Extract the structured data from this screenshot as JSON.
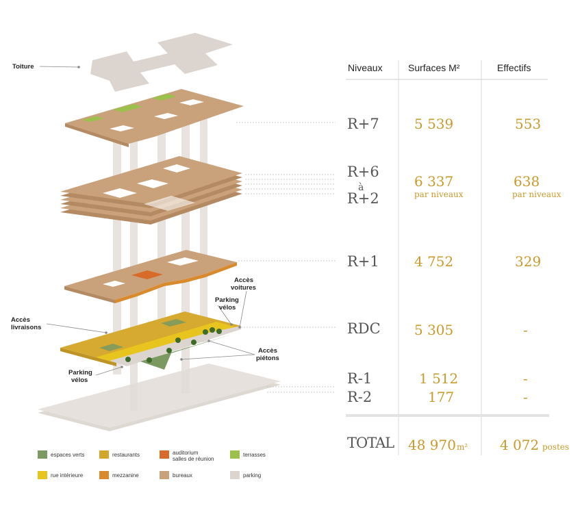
{
  "colors": {
    "bureaux": "#c9a27b",
    "bureaux_edge": "#b48a63",
    "parking": "#dcd5cf",
    "espaces_verts": "#7a9a62",
    "restaurants": "#d3a62e",
    "auditorium": "#d86a2a",
    "terrasses": "#9cc04c",
    "rue_interieure": "#e8c41e",
    "mezzanine": "#d98a2c",
    "gold": "#c89a2a"
  },
  "table": {
    "headers": {
      "niveaux": "Niveaux",
      "surfaces": "Surfaces M²",
      "effectifs": "Effectifs"
    },
    "rows": [
      {
        "niveau": "R+7",
        "surface": "5 539",
        "effectif": "553"
      },
      {
        "niveau_top": "R+6",
        "niveau_mid": "à",
        "niveau_bot": "R+2",
        "surface": "6 337",
        "surface_note": "par niveaux",
        "effectif": "638",
        "effectif_note": "par niveaux"
      },
      {
        "niveau": "R+1",
        "surface": "4 752",
        "effectif": "329"
      },
      {
        "niveau": "RDC",
        "surface": "5 305",
        "effectif": "-"
      },
      {
        "niveau": "R-1",
        "surface": "1 512",
        "effectif": "-"
      },
      {
        "niveau": "R-2",
        "surface": "177",
        "effectif": "-"
      }
    ],
    "total": {
      "label": "TOTAL",
      "surface": "48 970",
      "surface_unit": "m²",
      "effectif": "4 072",
      "effectif_unit": "postes"
    }
  },
  "callouts": {
    "toiture": "Toiture",
    "acces_livraisons_1": "Accès",
    "acces_livraisons_2": "livraisons",
    "acces_voitures_1": "Accès",
    "acces_voitures_2": "voitures",
    "parking_velos_top_1": "Parking",
    "parking_velos_top_2": "vélos",
    "acces_pietons_1": "Accès",
    "acces_pietons_2": "piétons",
    "parking_velos_bot_1": "Parking",
    "parking_velos_bot_2": "vélos"
  },
  "legend": {
    "espaces_verts": "espaces verts",
    "restaurants": "restaurants",
    "auditorium_1": "auditorium",
    "auditorium_2": "salles de réunion",
    "terrasses": "terrasses",
    "rue_interieure": "rue intérieure",
    "mezzanine": "mezzanine",
    "bureaux": "bureaux",
    "parking": "parking"
  }
}
